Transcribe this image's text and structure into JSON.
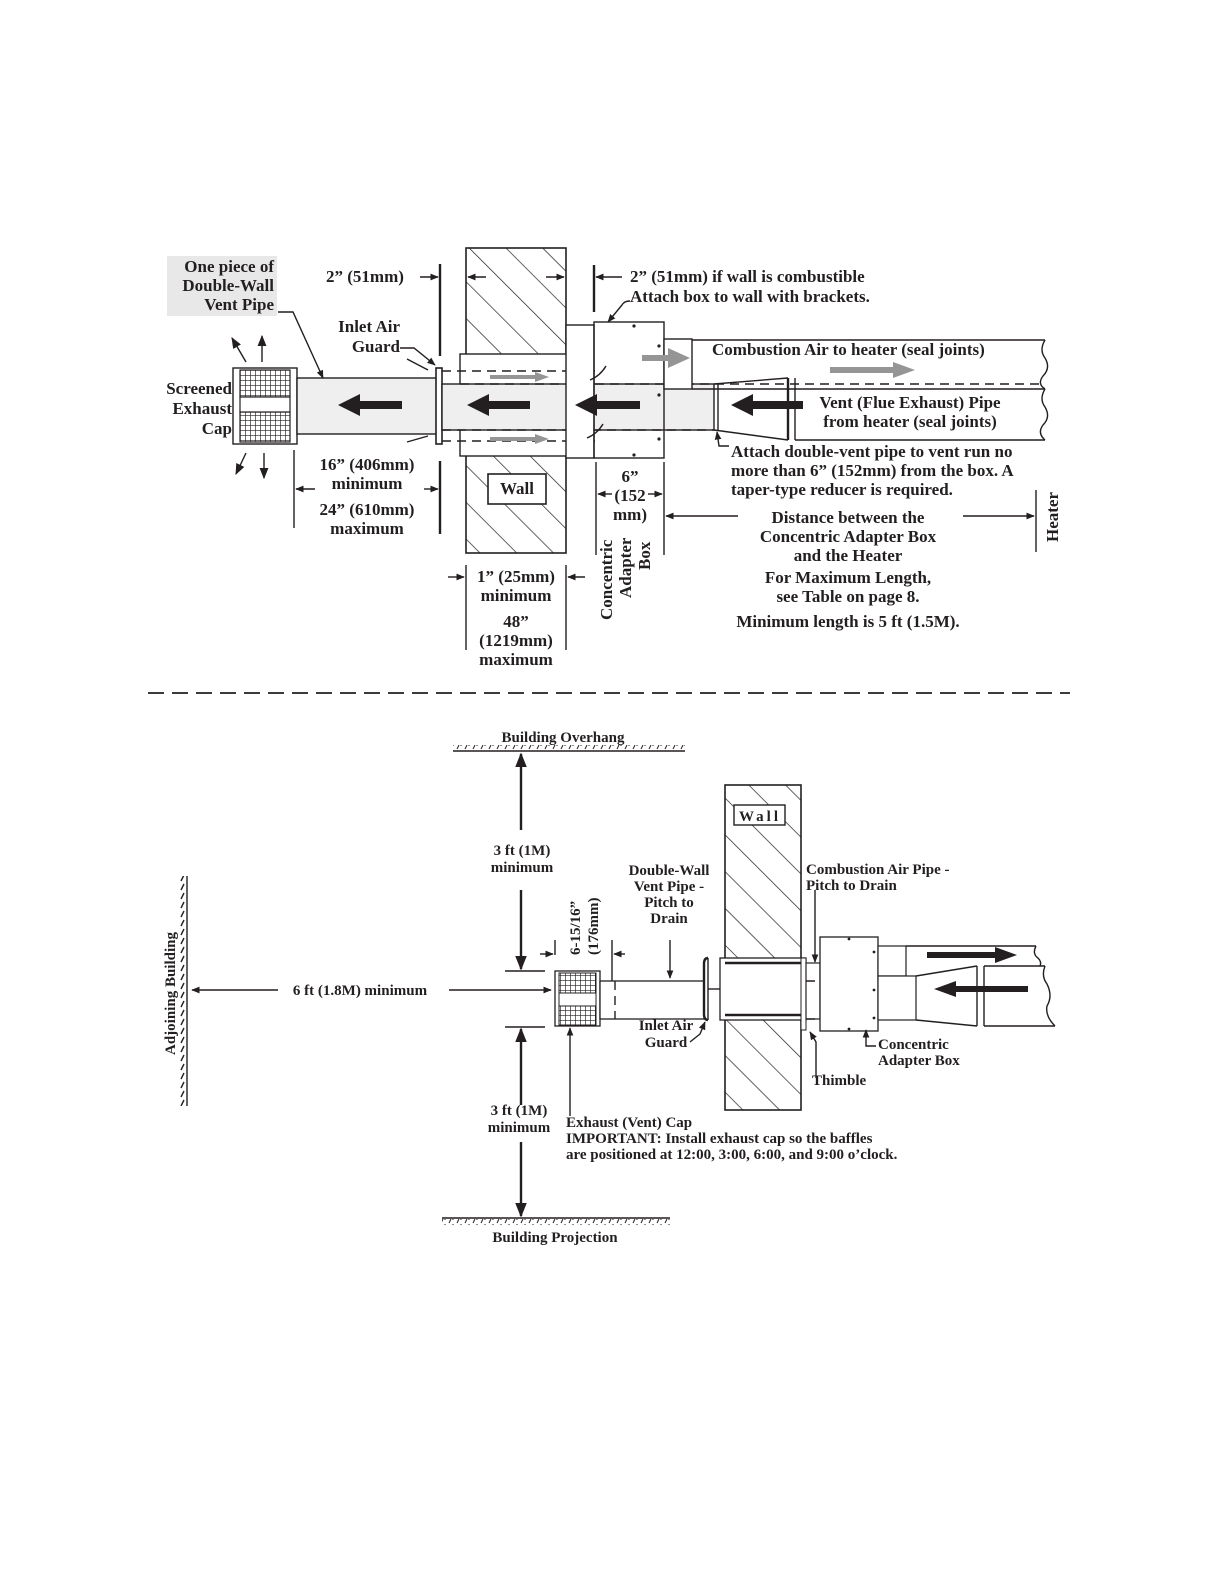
{
  "top_diagram": {
    "labels": {
      "one_piece_line1": "One piece of",
      "one_piece_line2": "Double-Wall",
      "one_piece_line3": "Vent Pipe",
      "clearance_2in": "2” (51mm)",
      "clearance_combustible": "2” (51mm) if wall is combustible",
      "attach_box": "Attach box to wall with brackets.",
      "inlet_air_line1": "Inlet Air",
      "inlet_air_line2": "Guard",
      "screened_line1": "Screened",
      "screened_line2": "Exhaust",
      "screened_line3": "Cap",
      "combustion_air": "Combustion Air to heater (seal joints)",
      "vent_line1": "Vent (Flue Exhaust) Pipe",
      "vent_line2": "from heater (seal joints)",
      "attach_dv_line1": "Attach double-vent pipe to vent run no",
      "attach_dv_line2": "more than 6” (152mm) from the box. A",
      "attach_dv_line3": "taper-type reducer is required.",
      "min16_line1": "16” (406mm)",
      "min16_line2": "minimum",
      "max24_line1": "24” (610mm)",
      "max24_line2": "maximum",
      "wall": "Wall",
      "six_in_line1": "6”",
      "six_in_line2": "(152",
      "six_in_line3": "mm)",
      "concentric_line1": "Concentric",
      "concentric_line2": "Adapter",
      "concentric_line3": "Box",
      "distance_line1": "Distance between the",
      "distance_line2": "Concentric Adapter Box",
      "distance_line3": "and the Heater",
      "max_length_line1": "For Maximum Length,",
      "max_length_line2": "see Table on page 8.",
      "min_length": "Minimum length is 5 ft (1.5M).",
      "heater": "Heater",
      "wall_min_line1": "1” (25mm)",
      "wall_min_line2": "minimum",
      "wall_max_line1": "48”",
      "wall_max_line2": "(1219mm)",
      "wall_max_line3": "maximum"
    }
  },
  "bottom_diagram": {
    "labels": {
      "building_overhang": "Building Overhang",
      "three_ft_top_line1": "3 ft (1M)",
      "three_ft_top_line2": "minimum",
      "wall": "Wall",
      "adjoining_building": "Adjoining Building",
      "six_ft": "6 ft (1.8M) minimum",
      "cap_dim_line1": "6-15/16”",
      "cap_dim_line2": "(176mm)",
      "dw_line1": "Double-Wall",
      "dw_line2": "Vent Pipe -",
      "dw_line3": "Pitch to",
      "dw_line4": "Drain",
      "ca_line1": "Combustion Air Pipe -",
      "ca_line2": "Pitch to Drain",
      "inlet_line1": "Inlet Air",
      "inlet_line2": "Guard",
      "concentric_line1": "Concentric",
      "concentric_line2": "Adapter Box",
      "thimble": "Thimble",
      "three_ft_bot_line1": "3 ft (1M)",
      "three_ft_bot_line2": "minimum",
      "exhaust_cap": "Exhaust (Vent) Cap",
      "important_line1": "IMPORTANT: Install exhaust cap so the baffles",
      "important_line2": "are positioned at 12:00, 3:00, 6:00, and 9:00 o’clock.",
      "building_projection": "Building Projection"
    }
  },
  "colors": {
    "ink": "#231f20",
    "gray_arrow": "#959595",
    "pipe_fill": "#efefef",
    "label_highlight": "#e8e8e8"
  }
}
